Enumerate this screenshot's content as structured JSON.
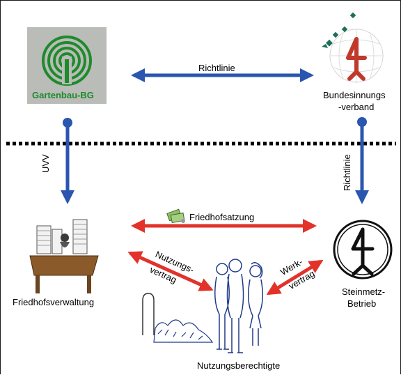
{
  "nodes": {
    "gartenbau": {
      "label": "Gartenbau-BG"
    },
    "bundesinnungsverband": {
      "line1": "Bundesinnungs",
      "line2": "-verband"
    },
    "friedhofsverwaltung": {
      "label": "Friedhofsverwaltung"
    },
    "steinmetz": {
      "line1": "Steinmetz-",
      "line2": "Betrieb"
    },
    "nutzungsberechtigte": {
      "label": "Nutzungsberechtigte"
    }
  },
  "edges": {
    "richtlinie_top": "Richtlinie",
    "uvv": "UVV",
    "richtlinie_right": "Richtlinie",
    "friedhofsatzung": "Friedhofsatzung",
    "nutzungsvertrag": {
      "line1": "Nutzungs-",
      "line2": "vertrag"
    },
    "werkvertrag": {
      "line1": "Werk-",
      "line2": "vertrag"
    }
  },
  "colors": {
    "blue_arrow": "#2a56b0",
    "red_arrow": "#e2322a",
    "logo_green": "#1e8a2c",
    "logo_bg": "#b9bcb7",
    "emblem_red": "#c0392b",
    "divider": "#000000"
  },
  "icons": [
    "gartenbau-logo",
    "bundesinnungsverband-logo",
    "steinmetz-logo",
    "office-desk-icon",
    "people-icon",
    "gravestone-icon",
    "money-icon"
  ]
}
